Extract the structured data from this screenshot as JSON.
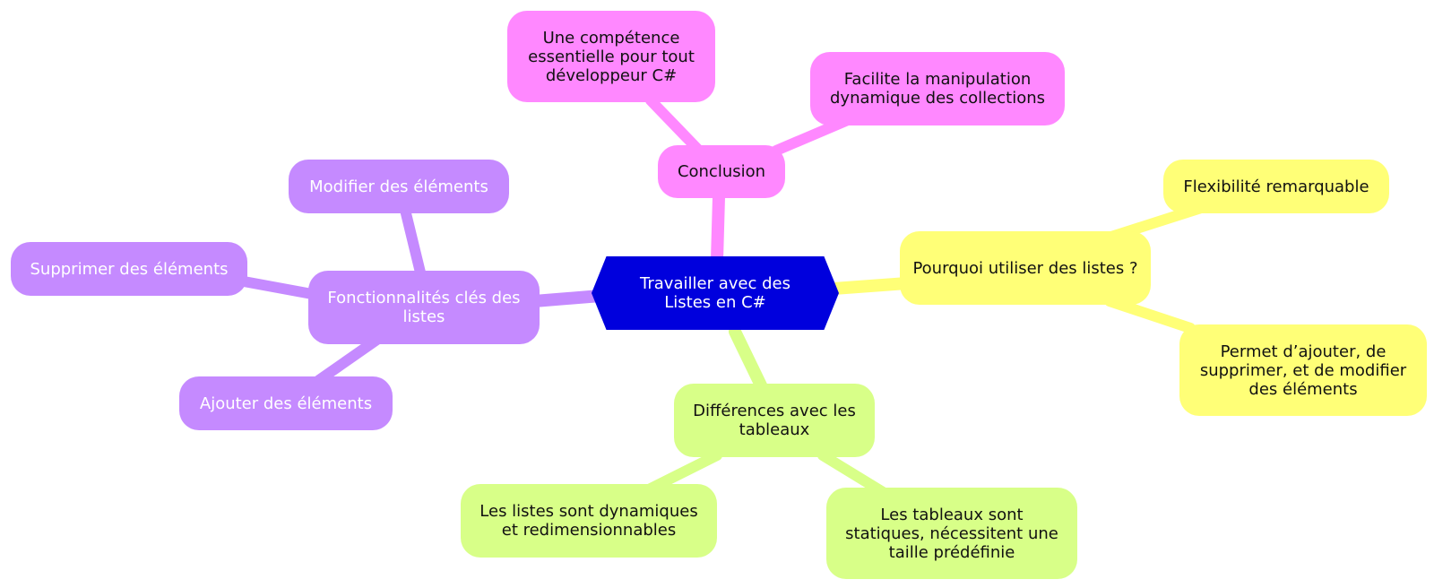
{
  "colors": {
    "root": "#0000dd",
    "conclusion": "#ff88ff",
    "why": "#ffff77",
    "diff": "#d8ff88",
    "features": "#c58aff"
  },
  "root": {
    "label": "Travailler avec des Listes en C#"
  },
  "conclusion": {
    "label": "Conclusion",
    "children": [
      "Une compétence essentielle pour tout développeur C#",
      "Facilite la manipulation dynamique des collections"
    ]
  },
  "why": {
    "label": "Pourquoi utiliser des listes ?",
    "children": [
      "Flexibilité remarquable",
      "Permet d’ajouter, de supprimer, et de modifier des éléments"
    ]
  },
  "diff": {
    "label": "Différences avec les tableaux",
    "children": [
      "Les listes sont dynamiques et redimensionnables",
      "Les tableaux sont statiques, nécessitent une taille prédéfinie"
    ]
  },
  "features": {
    "label": "Fonctionnalités clés des listes",
    "children": [
      "Modifier des éléments",
      "Supprimer des éléments",
      "Ajouter des éléments"
    ]
  }
}
